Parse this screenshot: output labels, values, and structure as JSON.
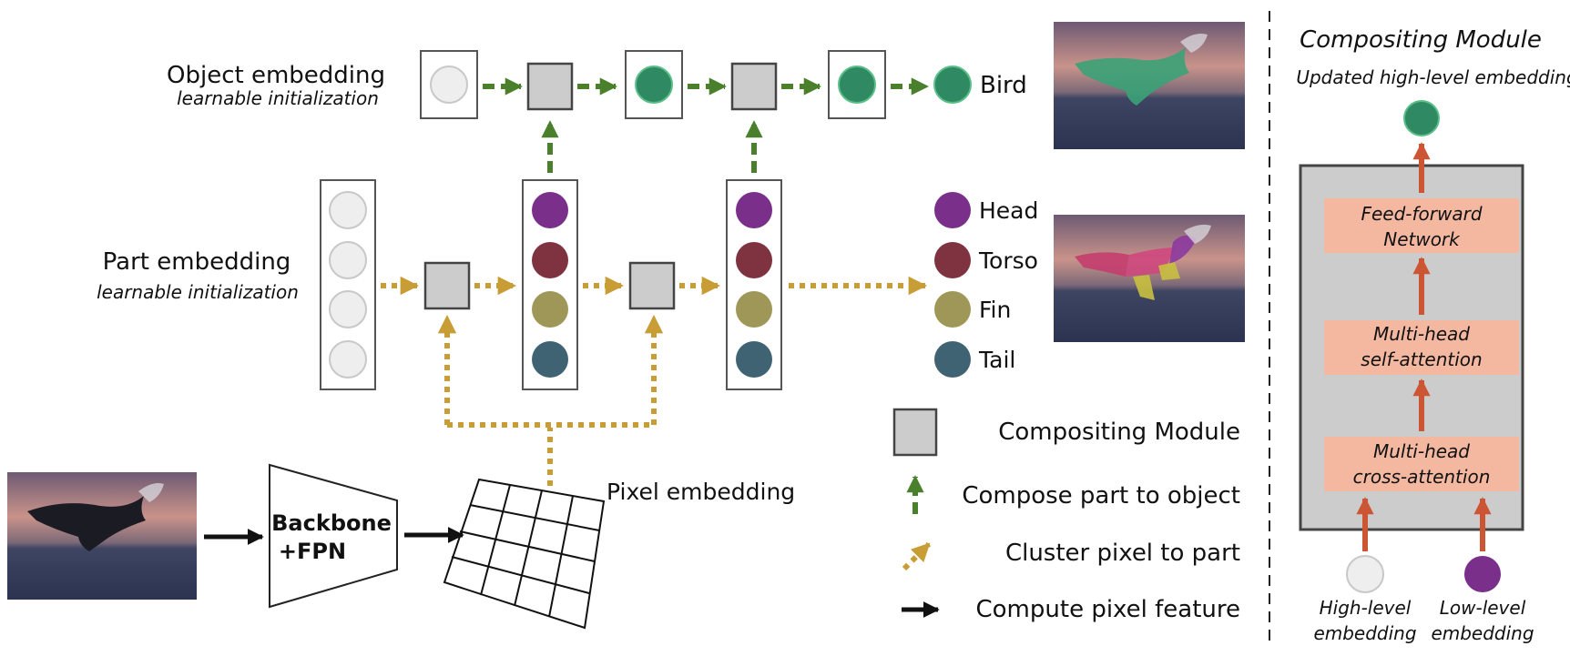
{
  "object_embedding": {
    "title": "Object embedding",
    "subtitle": "learnable initialization",
    "output_label": "Bird"
  },
  "part_embedding": {
    "title": "Part embedding",
    "subtitle": "learnable initialization",
    "part_labels": [
      "Head",
      "Torso",
      "Fin",
      "Tail"
    ]
  },
  "backbone": {
    "line1": "Backbone",
    "line2": "+FPN"
  },
  "pixel_embedding_label": "Pixel embedding",
  "legend": {
    "compositing_module": "Compositing Module",
    "compose_part_to_object": "Compose part to object",
    "cluster_pixel_to_part": "Cluster pixel to part",
    "compute_pixel_feature": "Compute pixel feature"
  },
  "compositing_panel": {
    "title": "Compositing Module",
    "output_label": "Updated high-level embedding",
    "ffn": [
      "Feed-forward",
      "Network"
    ],
    "self_attention": [
      "Multi-head",
      "self-attention"
    ],
    "cross_attention": [
      "Multi-head",
      "cross-attention"
    ],
    "high_level": [
      "High-level",
      "embedding"
    ],
    "low_level": [
      "Low-level",
      "embedding"
    ]
  },
  "colors": {
    "object_green": "#2f8a63",
    "part_head": "#7a2f8a",
    "part_torso": "#7f3340",
    "part_fin": "#9e9758",
    "part_tail": "#3f6373",
    "compose_arrow": "#4a7f2c",
    "cluster_arrow": "#c89d35",
    "panel_arrow": "#cc5533",
    "panel_block": "#f4b8a1",
    "module_gray": "#cccccc"
  },
  "icons": [
    "shark-photo",
    "compositing-module-square",
    "compose-arrow-icon",
    "cluster-arrow-icon",
    "compute-arrow-icon"
  ]
}
